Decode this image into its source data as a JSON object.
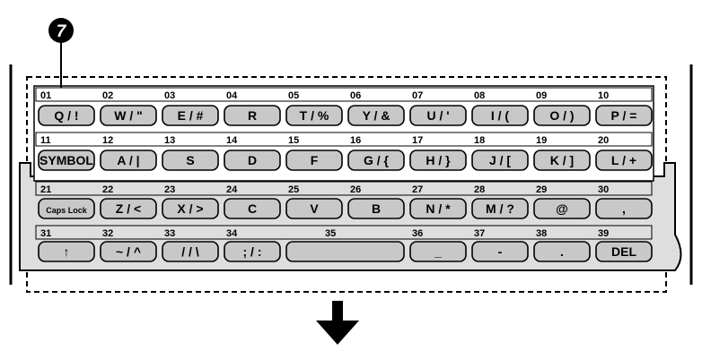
{
  "callout": {
    "label": "7"
  },
  "rows": [
    {
      "numbers": [
        "01",
        "02",
        "03",
        "04",
        "05",
        "06",
        "07",
        "08",
        "09",
        "10"
      ],
      "keys": [
        "Q / !",
        "W / \"",
        "E / #",
        "R",
        "T / %",
        "Y / &",
        "U / '",
        "I / (",
        "O / )",
        "P / ="
      ]
    },
    {
      "numbers": [
        "11",
        "12",
        "13",
        "14",
        "15",
        "16",
        "17",
        "18",
        "19",
        "20"
      ],
      "keys": [
        "SYMBOL",
        "A / |",
        "S",
        "D",
        "F",
        "G / {",
        "H / }",
        "J / [",
        "K / ]",
        "L / +"
      ]
    },
    {
      "numbers": [
        "21",
        "22",
        "23",
        "24",
        "25",
        "26",
        "27",
        "28",
        "29",
        "30"
      ],
      "keys": [
        "Caps Lock",
        "Z / <",
        "X / >",
        "C",
        "V",
        "B",
        "N / *",
        "M / ?",
        "@",
        ","
      ]
    },
    {
      "numbers": [
        "31",
        "32",
        "33",
        "34",
        "35",
        "36",
        "37",
        "38",
        "39"
      ],
      "keys": [
        "↑",
        "~ / ^",
        "/ / \\",
        "; / :",
        "",
        "_",
        "-",
        ".",
        "DEL"
      ]
    }
  ],
  "icons": {
    "arrow": "down-arrow-icon"
  },
  "colors": {
    "key_fill": "#c8c8c8",
    "panel_fill": "#dedede",
    "ink": "#000000"
  }
}
